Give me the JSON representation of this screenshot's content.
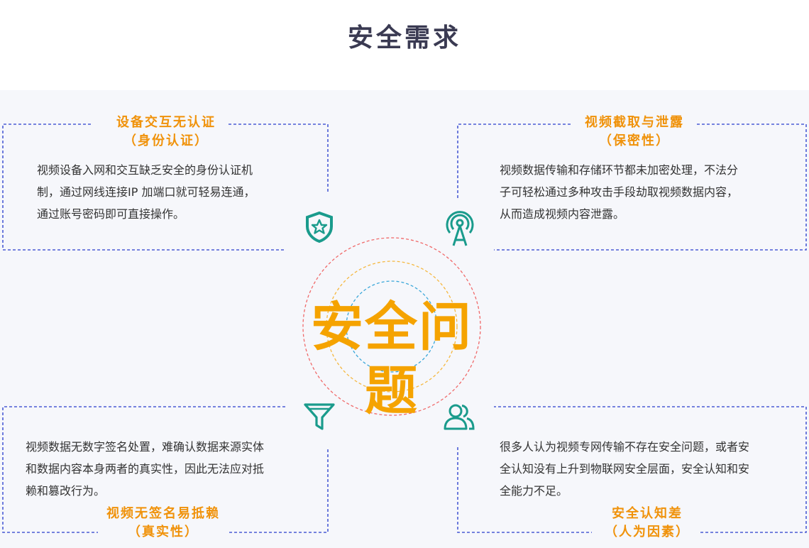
{
  "title": "安全需求",
  "center": "安全问题",
  "boxes": {
    "top_left": {
      "title": "设备交互无认证",
      "subtitle": "（身份认证）",
      "lines": [
        "视频设备入网和交互缺乏安全的身份认证机",
        "制，通过网线连接IP 加端口就可轻易连通，",
        "通过账号密码即可直接操作。"
      ]
    },
    "top_right": {
      "title": "视频截取与泄露",
      "subtitle": "（保密性）",
      "lines": [
        "视频数据传输和存储环节都未加密处理，不法分",
        "子可轻松通过多种攻击手段劫取视频数据内容，",
        "从而造成视频内容泄露。"
      ]
    },
    "bottom_left": {
      "title": "视频无签名易抵赖",
      "subtitle": "（真实性）",
      "lines": [
        "视频数据无数字签名处置，难确认数据来源实体",
        "和数据内容本身两者的真实性，因此无法应对抵",
        "赖和篡改行为。"
      ]
    },
    "bottom_right": {
      "title": "安全认知差",
      "subtitle": "（人为因素）",
      "lines": [
        "很多人认为视频专网传输不存在安全问题，或者安",
        "全认知没有上升到物联网安全层面，安全认知和安",
        "全能力不足。"
      ]
    }
  },
  "colors": {
    "title": "#3a3a52",
    "accent": "#f0920a",
    "center": "#f5a300",
    "border": "#4a5bd4",
    "icon": "#1a9b8c",
    "ring_outer": "#f06a6a",
    "ring_middle": "#f5b840",
    "ring_inner": "#3aa7d9"
  },
  "icons": [
    "shield-star-icon",
    "broadcast-tower-icon",
    "funnel-icon",
    "users-icon"
  ]
}
